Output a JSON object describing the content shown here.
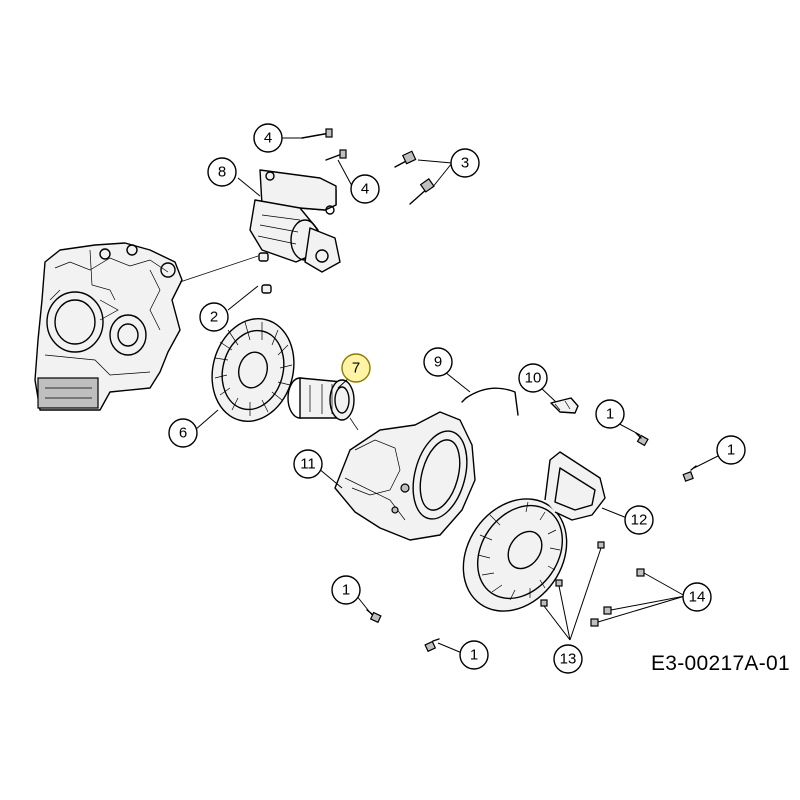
{
  "diagram": {
    "reference_code": "E3-00217A-01",
    "highlight_color": "#fff3a6",
    "callouts": {
      "c1a": "1",
      "c1b": "1",
      "c1c": "1",
      "c1d": "1",
      "c2": "2",
      "c3": "3",
      "c4a": "4",
      "c4b": "4",
      "c6": "6",
      "c7": "7",
      "c8": "8",
      "c9": "9",
      "c10": "10",
      "c11": "11",
      "c12": "12",
      "c13": "13",
      "c14": "14"
    },
    "highlighted_callout": "7"
  }
}
